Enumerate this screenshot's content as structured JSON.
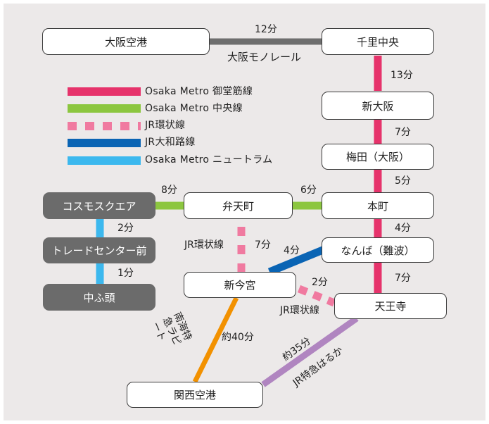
{
  "stations": {
    "kix": "関西空港",
    "osaka_airport": "大阪空港",
    "senri_chuo": "千里中央",
    "shin_osaka": "新大阪",
    "umeda": "梅田（大阪）",
    "hommachi": "本町",
    "bentencho": "弁天町",
    "cosmo_square": "コスモスクエア",
    "trade_center": "トレードセンター前",
    "nakafuto": "中ふ頭",
    "namba": "なんば（難波）",
    "shin_imamiya": "新今宮",
    "tennoji": "天王寺"
  },
  "segments": {
    "monorail_time": "12分",
    "monorail_name": "大阪モノレール",
    "senri_shinosaka": "13分",
    "shinosaka_umeda": "7分",
    "umeda_hommachi": "5分",
    "hommachi_namba": "4分",
    "namba_tennoji": "7分",
    "cosmo_benten": "8分",
    "benten_hommachi": "6分",
    "cosmo_trade": "2分",
    "trade_naka": "1分",
    "jr_loop_upper_name": "JR環状線",
    "jr_loop_upper_time": "7分",
    "yamatoji_time": "4分",
    "jr_loop_lower_time": "2分",
    "jr_loop_lower_name": "JR環状線",
    "nankai_name": "南海特急ラピート",
    "nankai_time": "約40分",
    "haruka_time": "約35分",
    "haruka_name": "JR特急はるか"
  },
  "legend": [
    {
      "label": "Osaka Metro 御堂筋線",
      "color": "#e6336b",
      "style": "solid"
    },
    {
      "label": "Osaka Metro 中央線",
      "color": "#8cc63f",
      "style": "solid"
    },
    {
      "label": "JR環状線",
      "color": "#f07aa0",
      "style": "dashed"
    },
    {
      "label": "JR大和路線",
      "color": "#0a64b4",
      "style": "solid"
    },
    {
      "label": "Osaka Metro ニュートラム",
      "color": "#3cb8ee",
      "style": "solid"
    }
  ],
  "colors": {
    "midosuji": "#e6336b",
    "chuo": "#8cc63f",
    "jr_loop": "#f07aa0",
    "yamatoji": "#0a64b4",
    "newtram": "#3cb8ee",
    "monorail": "#6e6e6e",
    "nankai": "#f29100",
    "haruka": "#b085c0"
  }
}
